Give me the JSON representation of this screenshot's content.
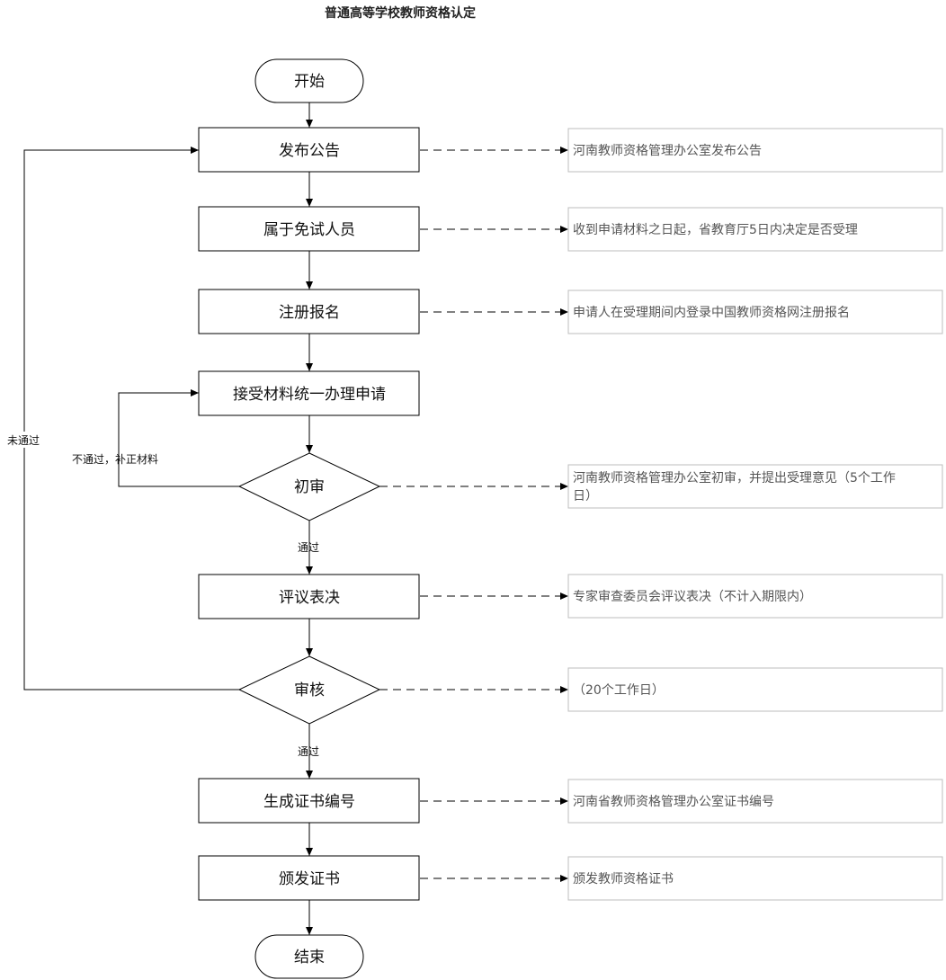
{
  "title": "普通高等学校教师资格认定",
  "nodes": {
    "start": "开始",
    "announce": "发布公告",
    "exempt": "属于免试人员",
    "register": "注册报名",
    "accept": "接受材料统一办理申请",
    "prelim": "初审",
    "review": "评议表决",
    "audit": "审核",
    "number": "生成证书编号",
    "issue": "颁发证书",
    "end": "结束"
  },
  "notes": {
    "announce": "河南教师资格管理办公室发布公告",
    "exempt": "收到申请材料之日起，省教育厅5日内决定是否受理",
    "register": "申请人在受理期间内登录中国教师资格网注册报名",
    "prelim_line1": "河南教师资格管理办公室初审，并提出受理意见（5个工作",
    "prelim_line2": "日）",
    "review": "专家审查委员会评议表决（不计入期限内）",
    "audit": "（20个工作日）",
    "number": "河南省教师资格管理办公室证书编号",
    "issue": "颁发教师资格证书"
  },
  "edge_labels": {
    "fail_supplement": "不通过，补正材料",
    "pass1": "通过",
    "pass2": "通过",
    "not_passed": "未通过"
  }
}
